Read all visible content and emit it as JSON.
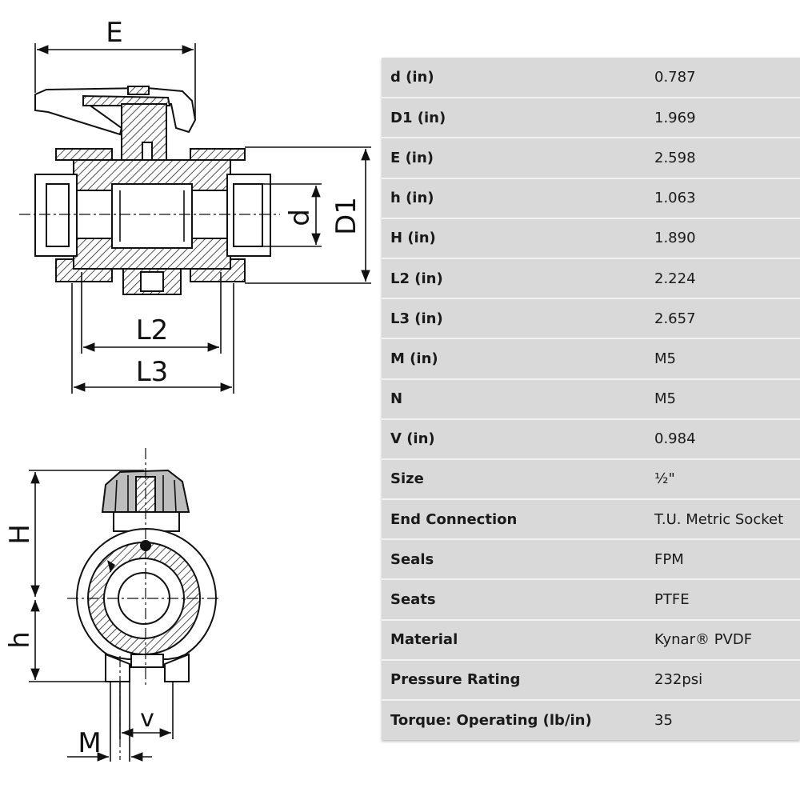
{
  "drawing": {
    "labels": {
      "E": "E",
      "D1": "D1",
      "d": "d",
      "L2": "L2",
      "L3": "L3",
      "H": "H",
      "h": "h",
      "V": "v",
      "M": "M"
    }
  },
  "specs": [
    {
      "label": "d (in)",
      "value": "0.787"
    },
    {
      "label": "D1 (in)",
      "value": "1.969"
    },
    {
      "label": "E (in)",
      "value": "2.598"
    },
    {
      "label": "h (in)",
      "value": "1.063"
    },
    {
      "label": "H (in)",
      "value": "1.890"
    },
    {
      "label": "L2 (in)",
      "value": "2.224"
    },
    {
      "label": "L3 (in)",
      "value": "2.657"
    },
    {
      "label": "M (in)",
      "value": "M5"
    },
    {
      "label": "N",
      "value": "M5"
    },
    {
      "label": "V (in)",
      "value": "0.984"
    },
    {
      "label": "Size",
      "value": "½\""
    },
    {
      "label": "End Connection",
      "value": "T.U. Metric Socket"
    },
    {
      "label": "Seals",
      "value": "FPM"
    },
    {
      "label": "Seats",
      "value": "PTFE"
    },
    {
      "label": "Material",
      "value": "Kynar® PVDF"
    },
    {
      "label": "Pressure Rating",
      "value": "232psi"
    },
    {
      "label": "Torque: Operating (lb/in)",
      "value": "35"
    }
  ]
}
